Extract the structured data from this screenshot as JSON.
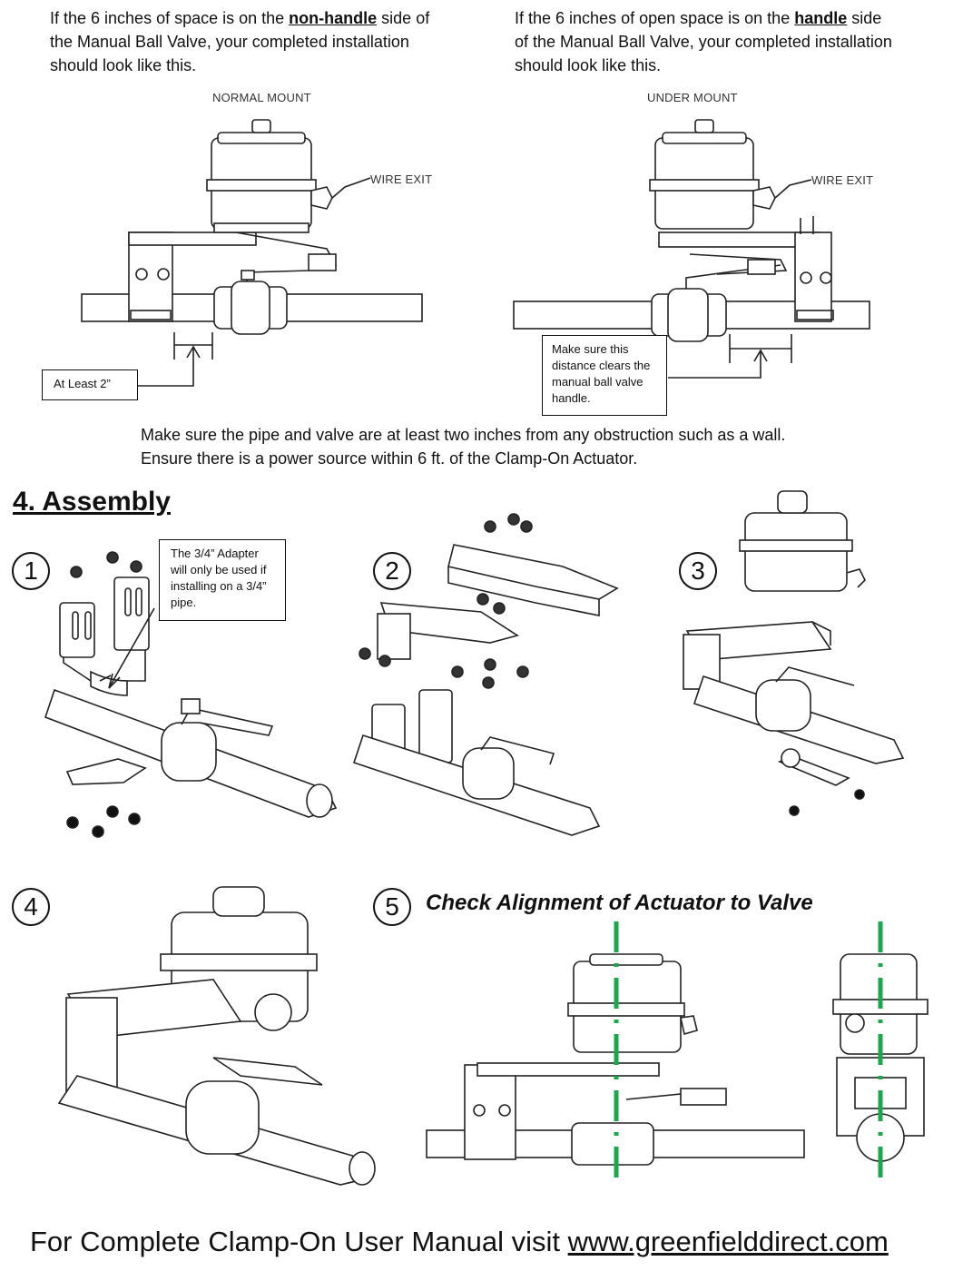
{
  "intro": {
    "left": {
      "pre": "If the 6 inches of space is on the ",
      "em": "non-handle",
      "post": " side of the Manual Ball Valve, your completed installation should look like this."
    },
    "right": {
      "pre": "If the 6 inches of open space is on the ",
      "em": "handle",
      "post": " side of the Manual Ball Valve, your completed installation should look like this."
    }
  },
  "figures": {
    "normal_mount": {
      "title": "NORMAL MOUNT",
      "wire_exit": "WIRE EXIT",
      "callout": "At Least 2”"
    },
    "under_mount": {
      "title": "UNDER MOUNT",
      "wire_exit": "WIRE EXIT",
      "callout": "Make sure this distance clears the manual ball valve handle."
    }
  },
  "notes": {
    "line1": "Make sure the pipe and valve are at least two inches from any obstruction such as a wall.",
    "line2": "Ensure there is a power source within 6 ft. of the Clamp-On Actuator."
  },
  "assembly": {
    "heading": "4. Assembly",
    "steps": [
      {
        "num": "1",
        "note": "The 3/4” Adapter will only be used if installing on a 3/4” pipe."
      },
      {
        "num": "2"
      },
      {
        "num": "3"
      },
      {
        "num": "4"
      },
      {
        "num": "5",
        "title": "Check Alignment of Actuator to Valve"
      }
    ],
    "alignment_color": "#1aa84a"
  },
  "footer": {
    "text": "For Complete Clamp-On User Manual visit ",
    "link": "www.greenfielddirect.com"
  }
}
